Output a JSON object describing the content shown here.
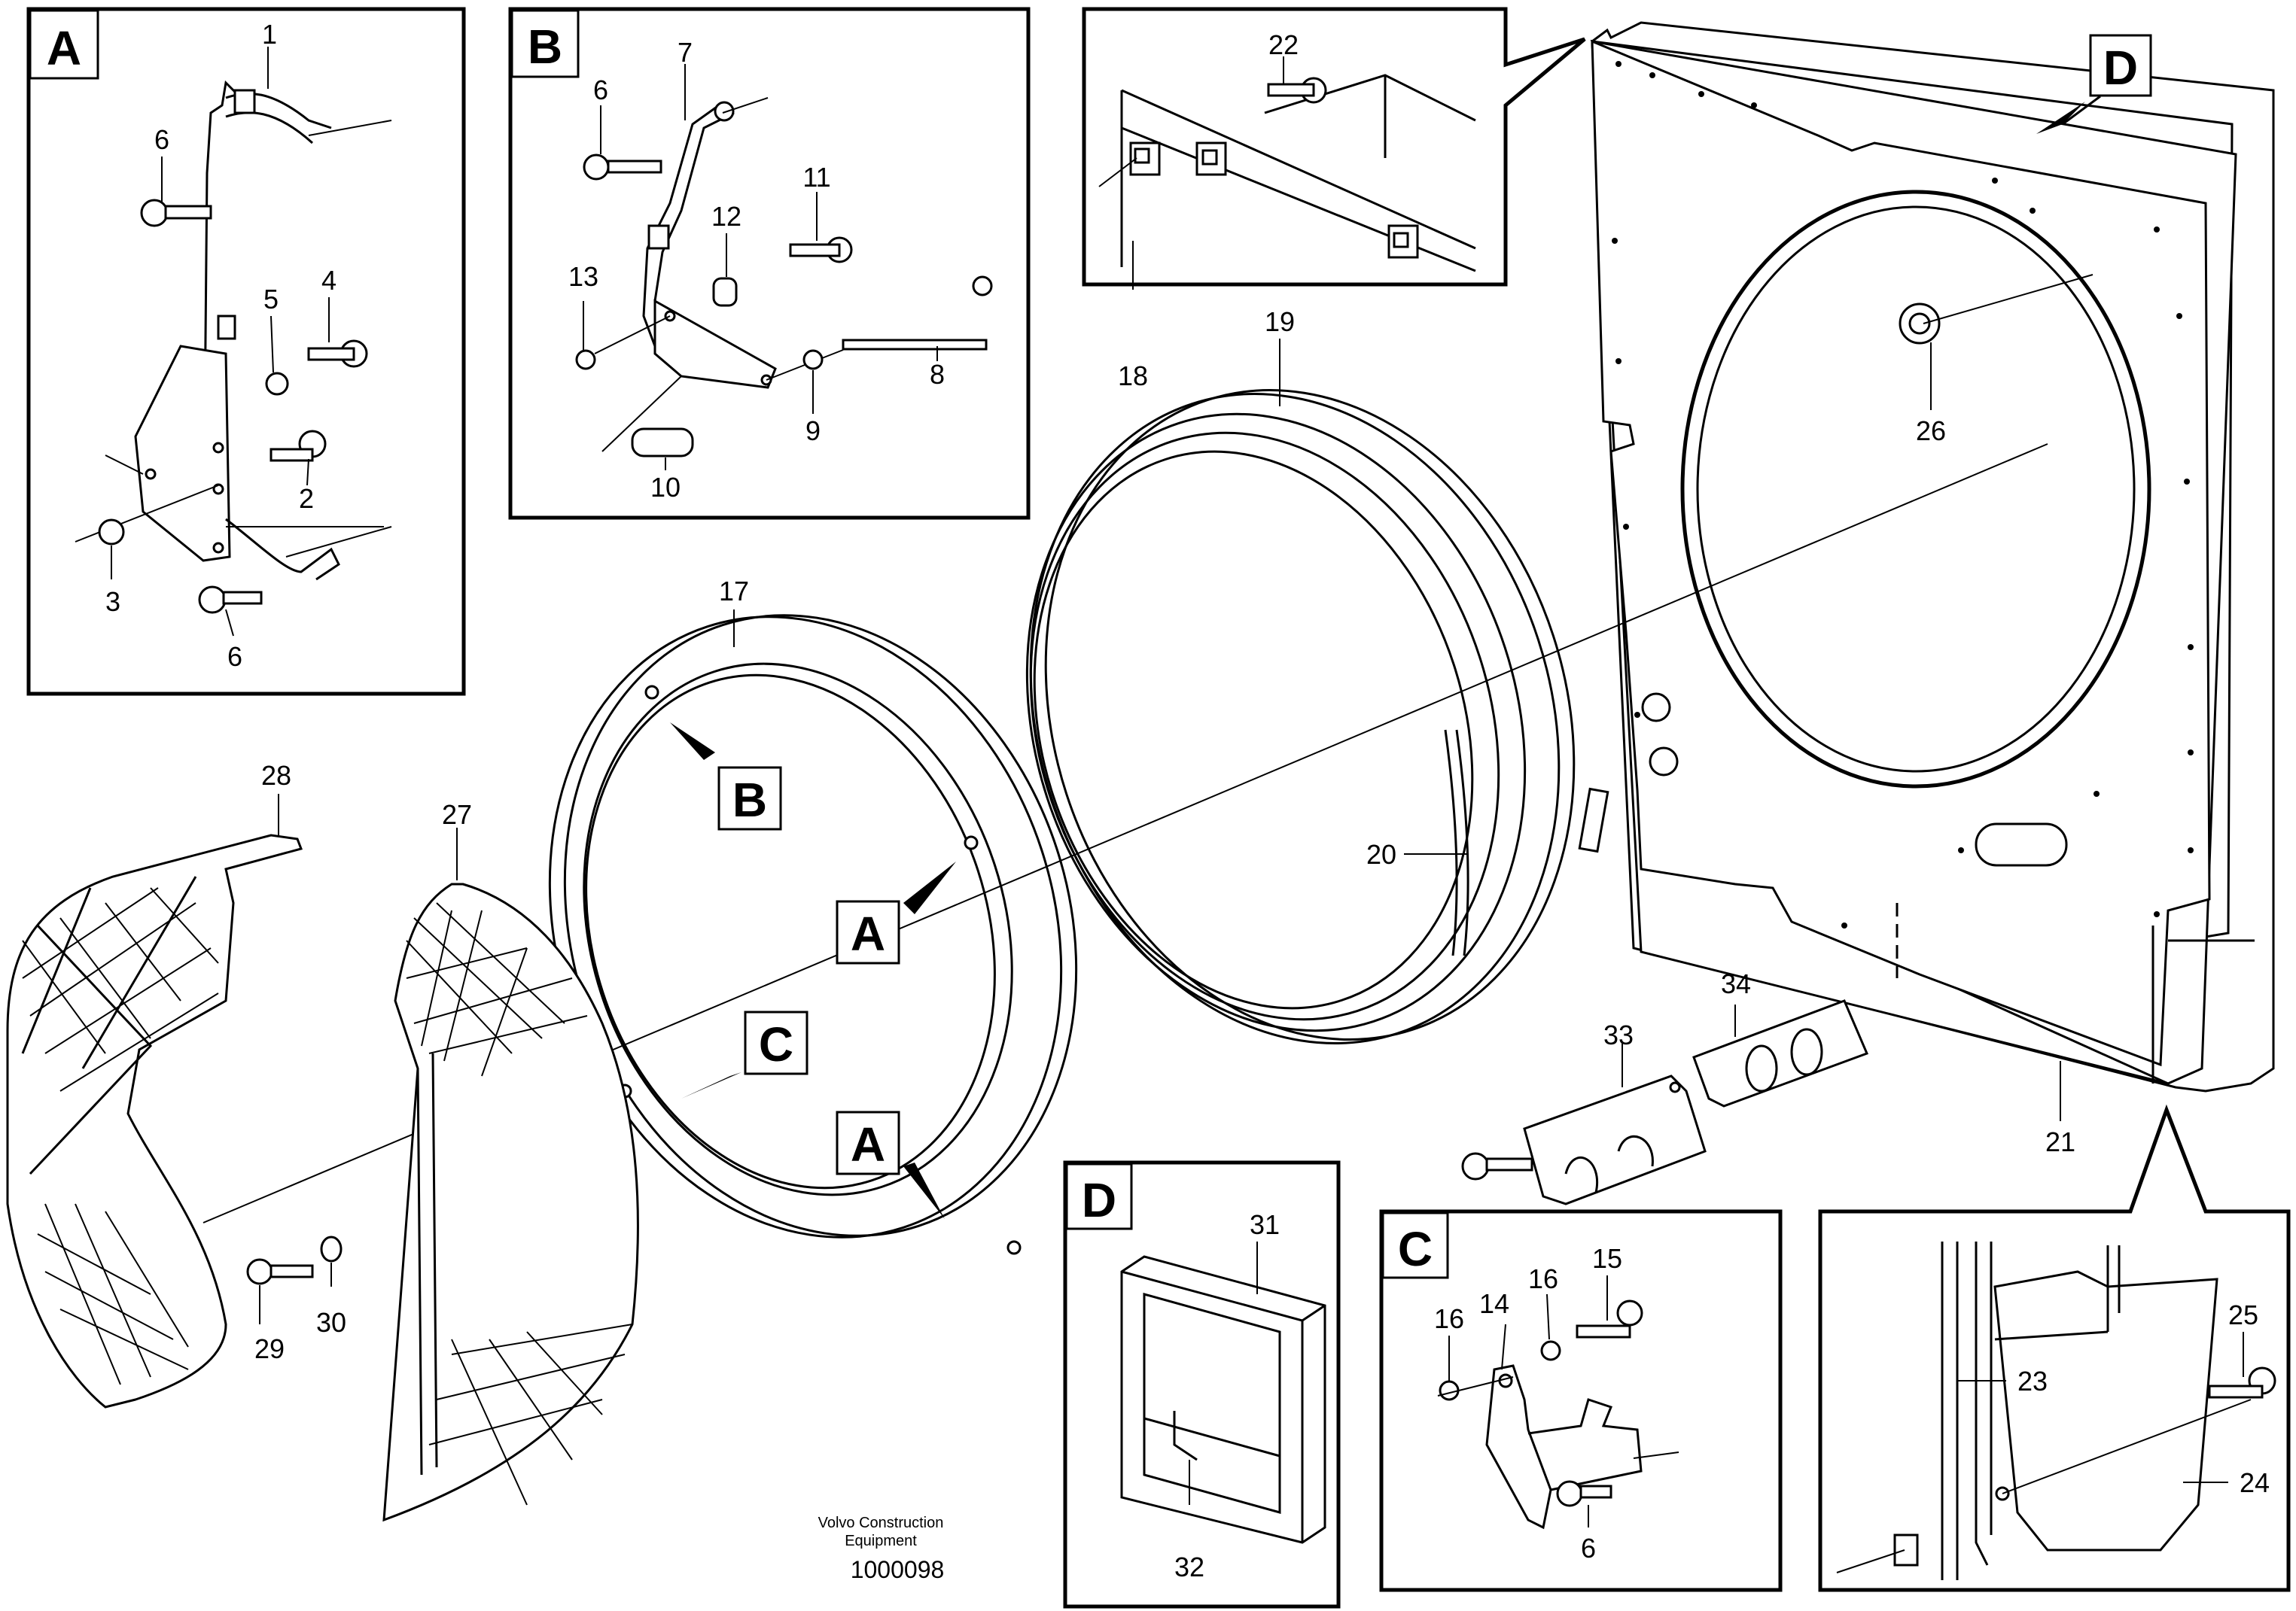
{
  "diagram": {
    "panels": {
      "A": {
        "letter": "A",
        "labels": [
          "1",
          "6",
          "5",
          "4",
          "2",
          "3",
          "6"
        ]
      },
      "B": {
        "letter": "B",
        "labels": [
          "7",
          "6",
          "12",
          "11",
          "13",
          "8",
          "9",
          "10"
        ]
      },
      "D_top": {
        "labels": [
          "22"
        ]
      },
      "D_bottom": {
        "letter": "D",
        "labels": [
          "31",
          "32"
        ]
      },
      "C": {
        "letter": "C",
        "labels": [
          "15",
          "16",
          "14",
          "16",
          "6"
        ]
      },
      "E": {
        "labels": [
          "25",
          "23",
          "24"
        ]
      }
    },
    "callouts": [
      "D",
      "B",
      "A",
      "C",
      "A"
    ],
    "main_labels": [
      "17",
      "18",
      "19",
      "20",
      "21",
      "26",
      "27",
      "28",
      "29",
      "30",
      "33",
      "34"
    ],
    "footer": {
      "company_line1": "Volvo Construction",
      "company_line2": "Equipment",
      "doc_number": "1000098"
    }
  }
}
